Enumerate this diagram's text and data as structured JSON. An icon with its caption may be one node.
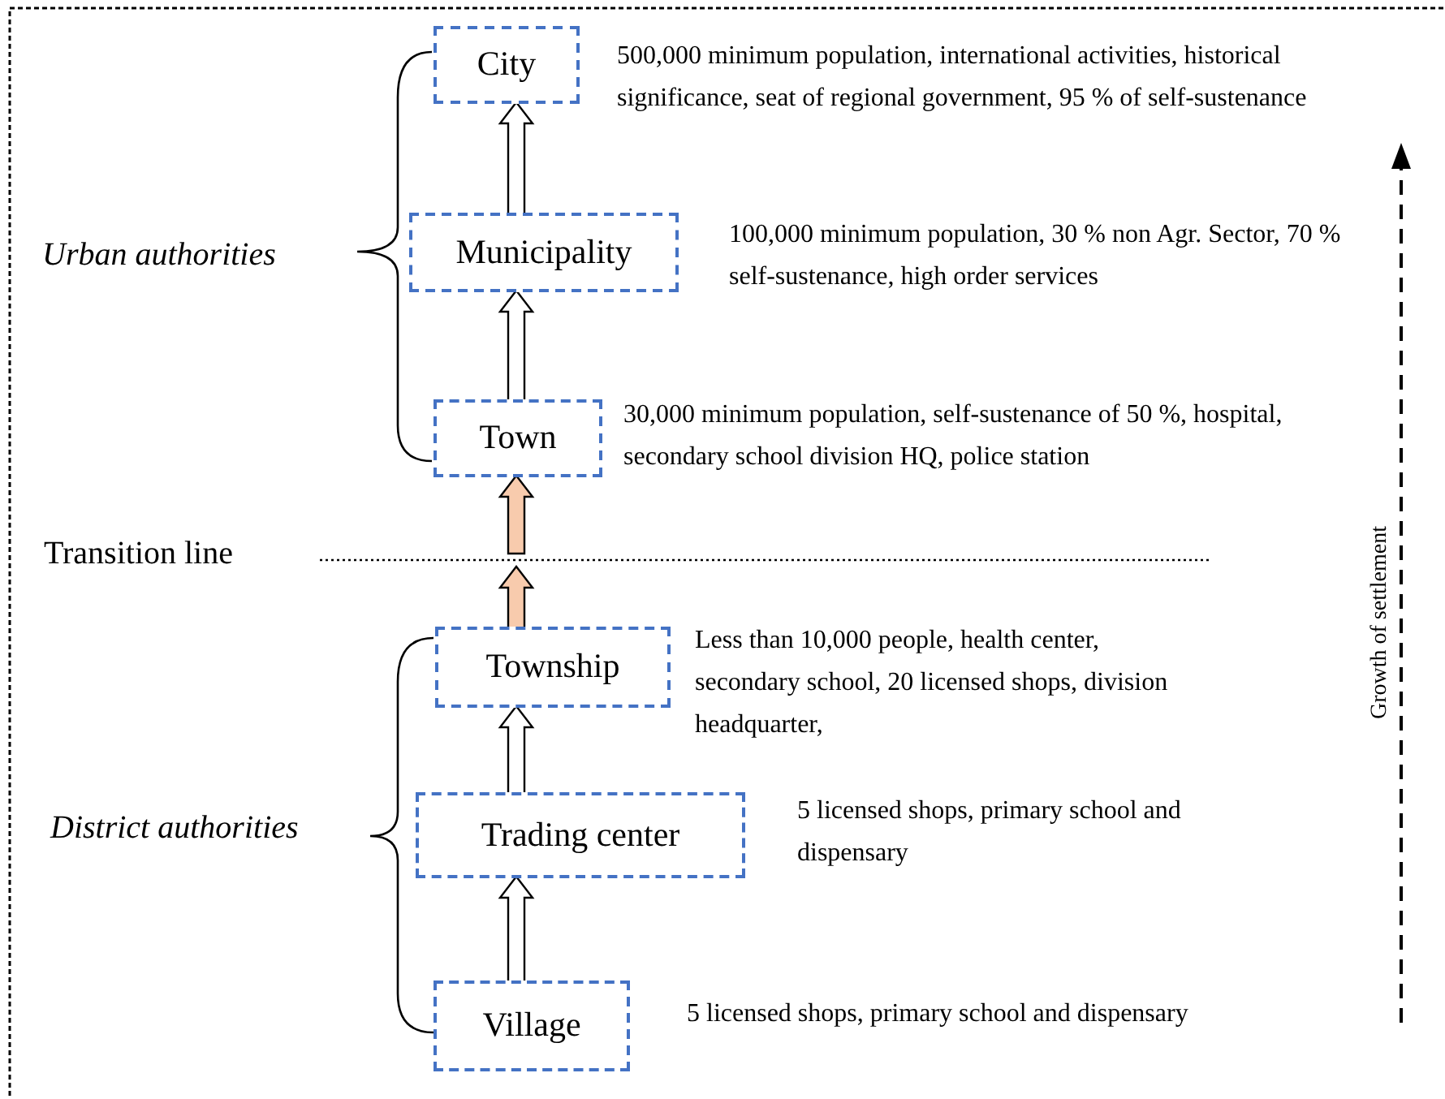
{
  "diagram": {
    "nodes": [
      {
        "text": [
          "City"
        ],
        "beside": [
          "500,000 minimum population, international activities, historical significance, seat of regional government, 95 % of self-sustenance"
        ]
      },
      {
        "text": [
          "Municipality"
        ],
        "beside": [
          "100,000 minimum population, 30 % non Agr. Sector, 70 % self-sustenance, high order services"
        ]
      },
      {
        "text": [
          "Town"
        ],
        "beside": [
          "30,000 minimum population, self-sustenance of 50 %, hospital, secondary school division HQ, police station"
        ]
      },
      {
        "text": [
          "Township"
        ],
        "beside": [
          "Less than 10,000 people, health center, secondary school, 20 licensed shops, division headquarter,"
        ]
      },
      {
        "text": [
          "Trading center"
        ],
        "beside": [
          "5 licensed shops, primary school and dispensary"
        ]
      },
      {
        "text": [
          "Village"
        ],
        "beside": [
          "5 licensed shops, primary school and dispensary"
        ]
      }
    ],
    "edges": [
      {
        "from": 1,
        "to": 0,
        "arrow": "to"
      },
      {
        "from": 2,
        "to": 1,
        "arrow": "to"
      },
      {
        "from": 3,
        "to": 2,
        "arrow": "to",
        "color": "#f8cbad"
      },
      {
        "from": 4,
        "to": 3,
        "arrow": "to"
      },
      {
        "from": 5,
        "to": 4,
        "arrow": "to"
      }
    ],
    "labels": [
      "Urban authorities",
      "Transition line",
      "District authorities",
      "Growth of settlement"
    ]
  }
}
